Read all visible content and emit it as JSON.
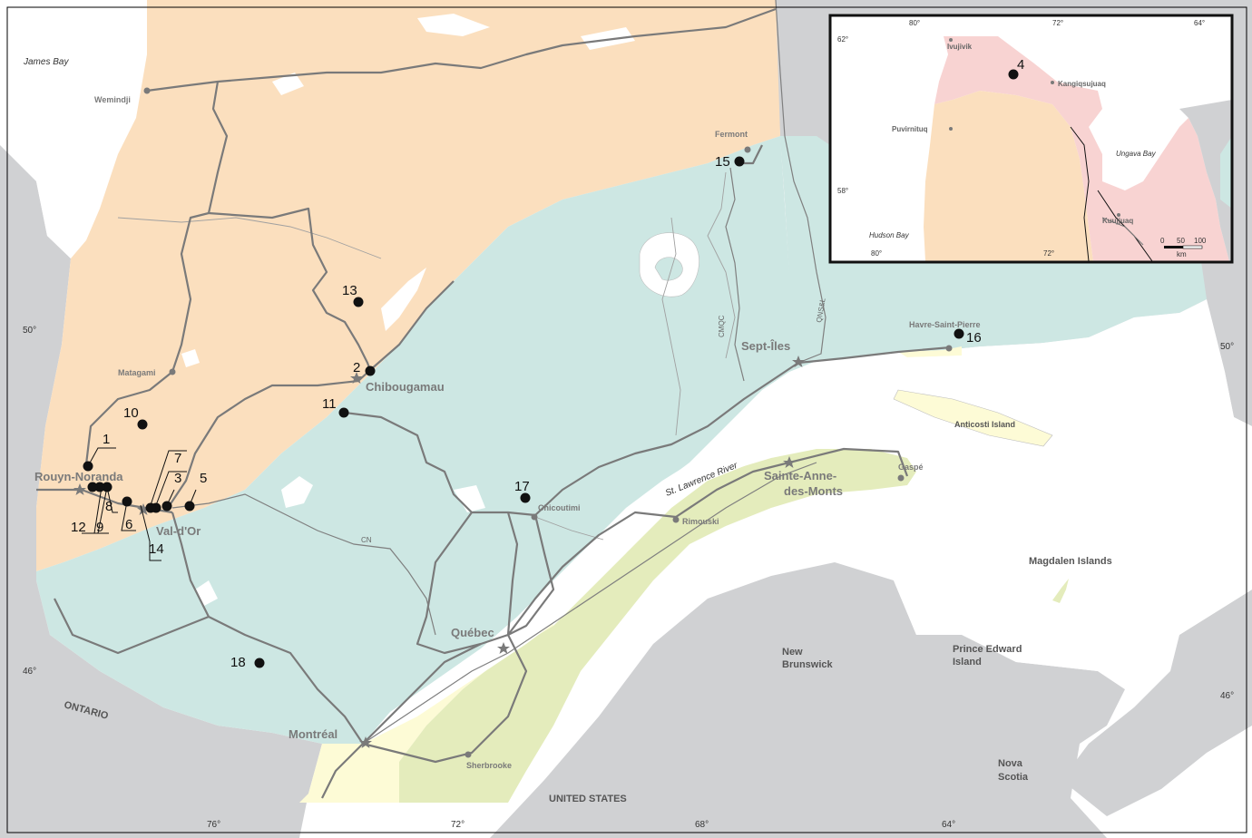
{
  "colors": {
    "other_land": "#d0d1d3",
    "superior_province": "#fbdfbe",
    "grenville_province": "#cde7e3",
    "appalachian": "#e4ecbc",
    "platform": "#fdfbd6",
    "inset_north": "#f8d3d2",
    "water": "#ffffff",
    "road": "#7a7a7a",
    "site_dot": "#111111"
  },
  "water_labels": {
    "james_bay": "James Bay",
    "st_lawrence": "St. Lawrence River"
  },
  "region_labels": {
    "ontario": "ONTARIO",
    "united_states": "UNITED STATES",
    "new_brunswick_1": "New",
    "new_brunswick_2": "Brunswick",
    "pei_1": "Prince Edward",
    "pei_2": "Island",
    "nova_scotia_1": "Nova",
    "nova_scotia_2": "Scotia",
    "anticosti": "Anticosti Island",
    "magdalen": "Magdalen Islands"
  },
  "big_cities": {
    "rouyn": "Rouyn-Noranda",
    "valdor": "Val-d'Or",
    "chibougamau": "Chibougamau",
    "quebec": "Québec",
    "montreal": "Montréal",
    "septiles": "Sept-Îles",
    "sainteanne_1": "Sainte-Anne-",
    "sainteanne_2": "des-Monts"
  },
  "small_cities": {
    "wemindji": "Wemindji",
    "matagami": "Matagami",
    "fermont": "Fermont",
    "havre": "Havre-Saint-Pierre",
    "chicoutimi": "Chicoutimi",
    "rimouski": "Rimouski",
    "gaspe": "Gaspé",
    "sherbrooke": "Sherbrooke"
  },
  "rail_labels": {
    "cn": "CN",
    "cmqc": "CMQC",
    "qnsl": "QNS&L"
  },
  "coordinates": {
    "lat50_left": "50°",
    "lat46_left": "46°",
    "lat50_right": "50°",
    "lat46_right": "46°",
    "lon76": "76°",
    "lon72": "72°",
    "lon68": "68°",
    "lon64": "64°"
  },
  "sites": [
    "1",
    "2",
    "3",
    "5",
    "6",
    "7",
    "8",
    "9",
    "10",
    "11",
    "12",
    "13",
    "14",
    "15",
    "16",
    "17",
    "18"
  ],
  "inset": {
    "site": "4",
    "cities": {
      "ivujivik": "Ivujivik",
      "kangiqsujuaq": "Kangiqsujuaq",
      "puvirnituq": "Puvirnituq",
      "kuujjuaq": "Kuujjuaq"
    },
    "water": {
      "ungava": "Ungava Bay",
      "hudson": "Hudson Bay"
    },
    "coordinates": {
      "lat62": "62°",
      "lat58": "58°",
      "top80": "80°",
      "top72": "72°",
      "top64": "64°",
      "bot80": "80°",
      "bot72": "72°"
    },
    "scale": {
      "t0": "0",
      "t50": "50",
      "t100": "100",
      "unit": "km"
    }
  }
}
